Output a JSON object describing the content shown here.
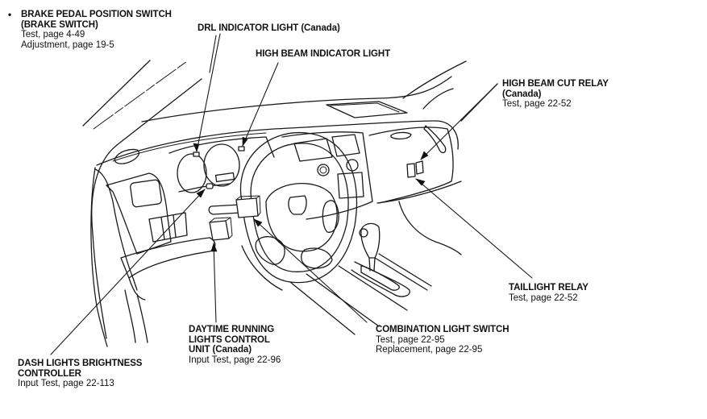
{
  "diagram": {
    "subject": "Dashboard lighting components location",
    "callouts": {
      "brake_switch": {
        "bullet": "•",
        "title_lines": [
          "BRAKE PEDAL POSITION SWITCH",
          "(BRAKE SWITCH)"
        ],
        "refs": [
          "Test, page 4-49",
          "Adjustment, page 19-5"
        ]
      },
      "drl_indicator": {
        "title_lines": [
          "DRL INDICATOR LIGHT (Canada)"
        ],
        "refs": []
      },
      "high_beam_indicator": {
        "title_lines": [
          "HIGH BEAM INDICATOR LIGHT"
        ],
        "refs": []
      },
      "high_beam_cut_relay": {
        "title_lines": [
          "HIGH BEAM CUT RELAY",
          "(Canada)"
        ],
        "refs": [
          "Test, page 22-52"
        ]
      },
      "taillight_relay": {
        "title_lines": [
          "TAILLIGHT RELAY"
        ],
        "refs": [
          "Test, page 22-52"
        ]
      },
      "combination_light_switch": {
        "title_lines": [
          "COMBINATION LIGHT SWITCH"
        ],
        "refs": [
          "Test, page 22-95",
          "Replacement, page 22-95"
        ]
      },
      "drl_control_unit": {
        "title_lines": [
          "DAYTIME RUNNING",
          "LIGHTS CONTROL",
          "UNIT (Canada)"
        ],
        "refs": [
          "Input Test, page 22-96"
        ]
      },
      "dash_lights_controller": {
        "title_lines": [
          "DASH LIGHTS BRIGHTNESS",
          "CONTROLLER"
        ],
        "refs": [
          "Input Test, page 22-113"
        ]
      }
    }
  }
}
